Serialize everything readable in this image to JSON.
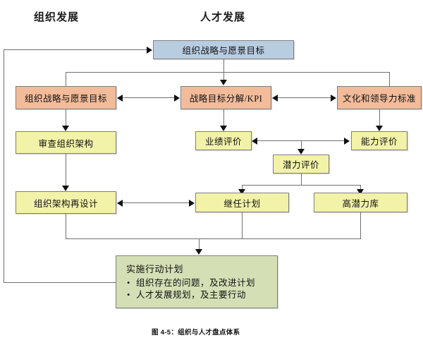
{
  "figure": {
    "caption": "图 4-5：组织与人才盘点体系",
    "column_headers": [
      {
        "id": "org-development",
        "label": "组织发展"
      },
      {
        "id": "talent-development",
        "label": "人才发展"
      }
    ],
    "colors": {
      "strategy_blue": "#b9cde1",
      "orange": "#f2bb9a",
      "yellow": "#f2f2a8",
      "green": "#d4dfb5",
      "border": "#808080",
      "connector": "#6f6f6f",
      "arrow": "#111111"
    }
  },
  "nodes": {
    "top_strategy": {
      "label": "组织战略与愿景目标"
    },
    "org_strategy": {
      "label": "组织战略与愿景目标"
    },
    "kpi": {
      "label": "战略目标分解/KPI"
    },
    "culture": {
      "label": "文化和领导力标准"
    },
    "review_structure": {
      "label": "审查组织架构"
    },
    "performance": {
      "label": "业绩评价"
    },
    "competency": {
      "label": "能力评价"
    },
    "potential": {
      "label": "潜力评价"
    },
    "redesign": {
      "label": "组织架构再设计"
    },
    "succession": {
      "label": "继任计划"
    },
    "talent_pool": {
      "label": "高潜力库"
    },
    "action_plan": {
      "title": "实施行动计划",
      "bullets": [
        "组织存在的问题，及改进计划",
        "人才发展规划，及主要行动"
      ]
    }
  }
}
